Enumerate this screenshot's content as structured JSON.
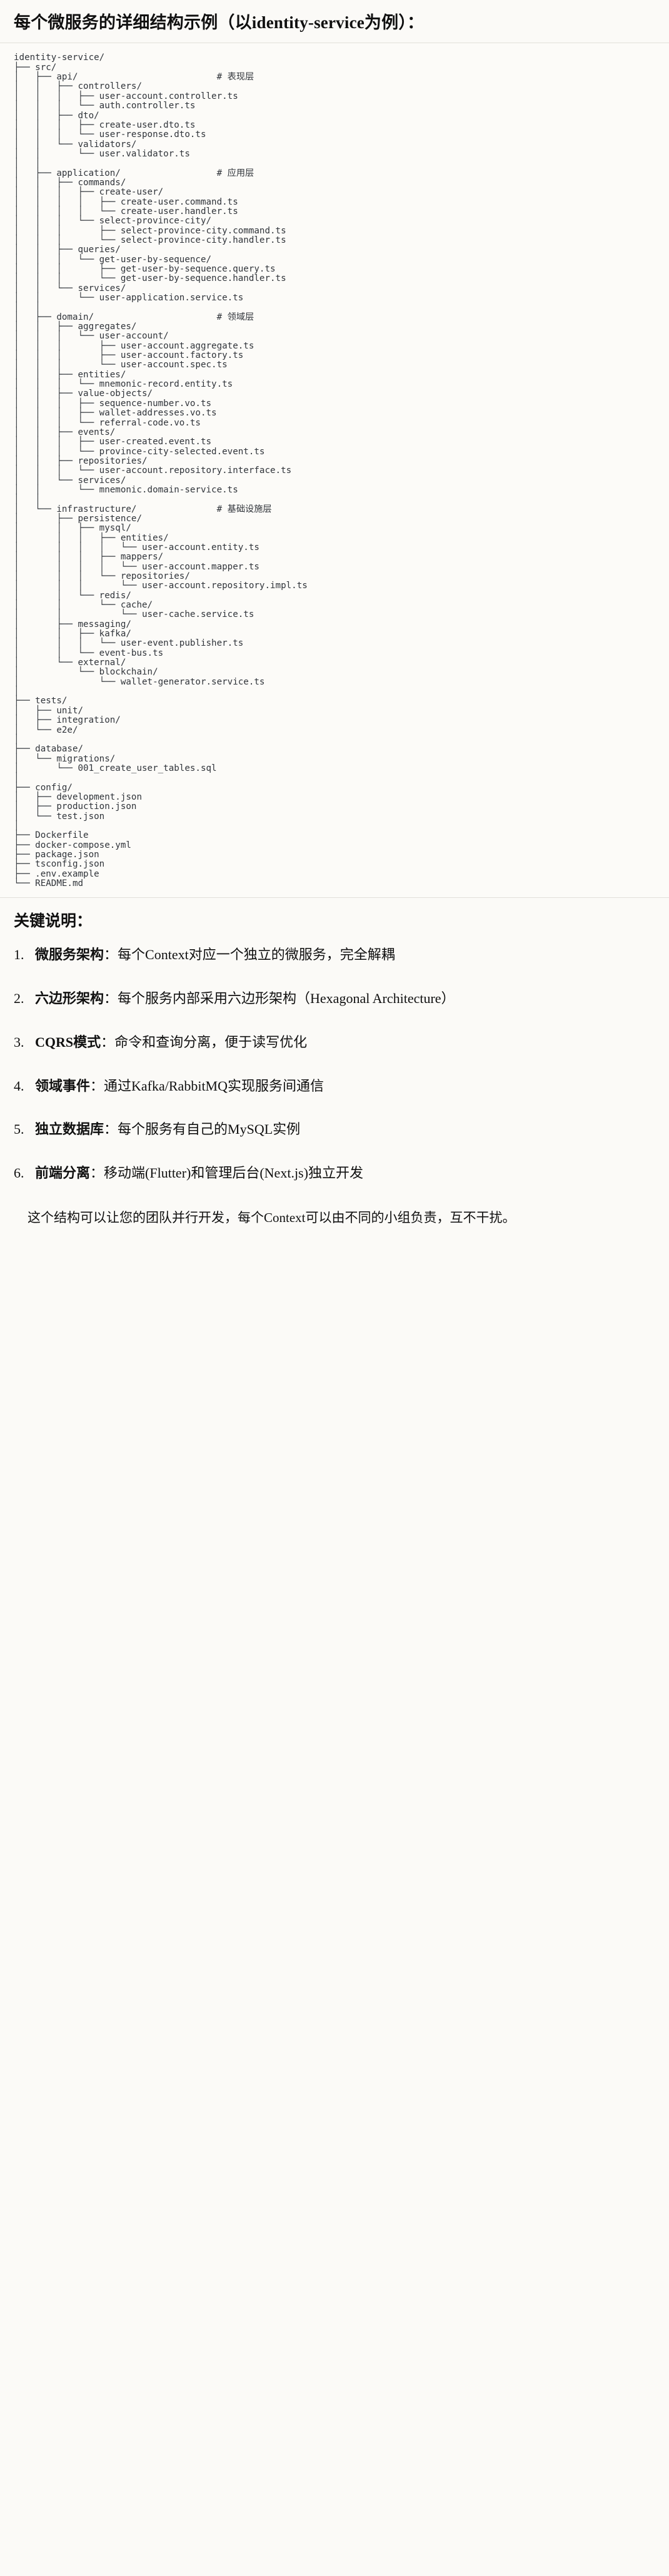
{
  "header": {
    "title": "每个微服务的详细结构示例（以identity-service为例）："
  },
  "code_block": {
    "language": "text",
    "tree_text": "identity-service/\n├── src/\n│   ├── api/                          # 表现层\n│   │   ├── controllers/\n│   │   │   ├── user-account.controller.ts\n│   │   │   └── auth.controller.ts\n│   │   ├── dto/\n│   │   │   ├── create-user.dto.ts\n│   │   │   └── user-response.dto.ts\n│   │   └── validators/\n│   │       └── user.validator.ts\n│   │\n│   ├── application/                  # 应用层\n│   │   ├── commands/\n│   │   │   ├── create-user/\n│   │   │   │   ├── create-user.command.ts\n│   │   │   │   └── create-user.handler.ts\n│   │   │   └── select-province-city/\n│   │   │       ├── select-province-city.command.ts\n│   │   │       └── select-province-city.handler.ts\n│   │   ├── queries/\n│   │   │   └── get-user-by-sequence/\n│   │   │       ├── get-user-by-sequence.query.ts\n│   │   │       └── get-user-by-sequence.handler.ts\n│   │   └── services/\n│   │       └── user-application.service.ts\n│   │\n│   ├── domain/                       # 领域层\n│   │   ├── aggregates/\n│   │   │   └── user-account/\n│   │   │       ├── user-account.aggregate.ts\n│   │   │       ├── user-account.factory.ts\n│   │   │       └── user-account.spec.ts\n│   │   ├── entities/\n│   │   │   └── mnemonic-record.entity.ts\n│   │   ├── value-objects/\n│   │   │   ├── sequence-number.vo.ts\n│   │   │   ├── wallet-addresses.vo.ts\n│   │   │   └── referral-code.vo.ts\n│   │   ├── events/\n│   │   │   ├── user-created.event.ts\n│   │   │   └── province-city-selected.event.ts\n│   │   ├── repositories/\n│   │   │   └── user-account.repository.interface.ts\n│   │   └── services/\n│   │       └── mnemonic.domain-service.ts\n│   │\n│   └── infrastructure/               # 基础设施层\n│       ├── persistence/\n│       │   ├── mysql/\n│       │   │   ├── entities/\n│       │   │   │   └── user-account.entity.ts\n│       │   │   ├── mappers/\n│       │   │   │   └── user-account.mapper.ts\n│       │   │   └── repositories/\n│       │   │       └── user-account.repository.impl.ts\n│       │   └── redis/\n│       │       └── cache/\n│       │           └── user-cache.service.ts\n│       ├── messaging/\n│       │   ├── kafka/\n│       │   │   └── user-event.publisher.ts\n│       │   └── event-bus.ts\n│       └── external/\n│           └── blockchain/\n│               └── wallet-generator.service.ts\n│\n├── tests/\n│   ├── unit/\n│   ├── integration/\n│   └── e2e/\n│\n├── database/\n│   └── migrations/\n│       └── 001_create_user_tables.sql\n│\n├── config/\n│   ├── development.json\n│   ├── production.json\n│   └── test.json\n│\n├── Dockerfile\n├── docker-compose.yml\n├── package.json\n├── tsconfig.json\n├── .env.example\n└── README.md"
  },
  "key_points": {
    "heading": "关键说明：",
    "items": [
      {
        "index": "1",
        "term": "微服务架构",
        "sep": "：",
        "desc": "每个Context对应一个独立的微服务，完全解耦"
      },
      {
        "index": "2",
        "term": "六边形架构",
        "sep": "：",
        "desc": "每个服务内部采用六边形架构（Hexagonal Architecture）"
      },
      {
        "index": "3",
        "term": "CQRS模式",
        "sep": "：",
        "desc": "命令和查询分离，便于读写优化"
      },
      {
        "index": "4",
        "term": "领域事件",
        "sep": "：",
        "desc": "通过Kafka/RabbitMQ实现服务间通信"
      },
      {
        "index": "5",
        "term": "独立数据库",
        "sep": "：",
        "desc": "每个服务有自己的MySQL实例"
      },
      {
        "index": "6",
        "term": "前端分离",
        "sep": "：",
        "desc": "移动端(Flutter)和管理后台(Next.js)独立开发"
      }
    ],
    "closing": "这个结构可以让您的团队并行开发，每个Context可以由不同的小组负责，互不干扰。"
  },
  "colors": {
    "page_background": "#fbfaf7",
    "code_background": "#fcfbf8",
    "text": "#101010",
    "code_text": "#30343a",
    "divider": "#e2e0da"
  }
}
